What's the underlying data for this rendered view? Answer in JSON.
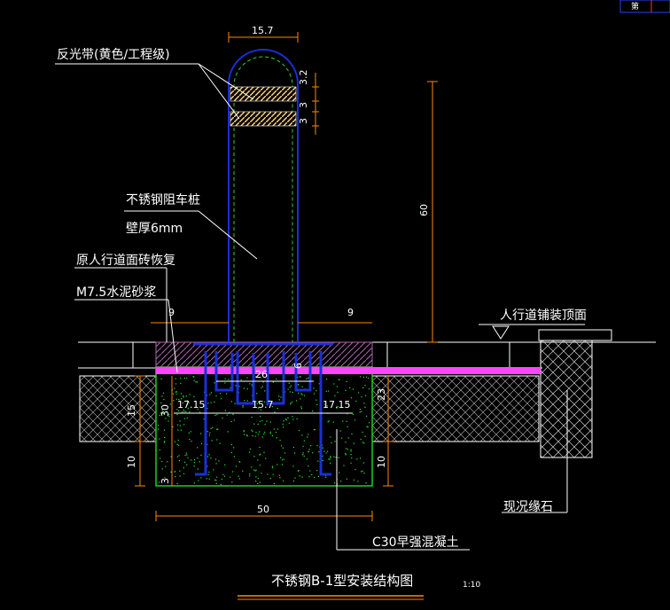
{
  "drawing": {
    "title": "不锈钢B-1型安装结构图",
    "scale": "1:10",
    "corner_tab": "第",
    "colors": {
      "background": "#000000",
      "post_outline": "#1a2fd8",
      "post_dashed": "#33cc33",
      "concrete_border": "#22cc22",
      "concrete_speckle": "#22ee22",
      "dimension_line": "#ff8800",
      "mortar_layer": "#ff44ff",
      "reflective_band": "#ffd27a",
      "hatch": "#aa66aa",
      "text": "#ffffff"
    }
  },
  "labels": {
    "reflective_band": "反光带(黄色/工程级)",
    "post_name": "不锈钢阻车桩",
    "wall_thickness": "壁厚6mm",
    "restore_pavement": "原人行道面砖恢复",
    "mortar": "M7.5水泥砂浆",
    "sidewalk_surface": "人行道铺装顶面",
    "curb": "现况缘石",
    "concrete": "C30早强混凝土"
  },
  "dimensions": {
    "top_width": "15.7",
    "band_3_2": "3.2",
    "band_3_a": "3",
    "band_3_b": "3",
    "height_60": "60",
    "left_9": "9",
    "right_9": "9",
    "inner_26": "26",
    "inner_6": "6",
    "inner_23": "23",
    "left_15": "15",
    "left_30": "30",
    "left_17_15": "17.15",
    "mid_15_7": "15.7",
    "right_17_15": "17.15",
    "left_10": "10",
    "right_10": "10",
    "left_3": "3",
    "bottom_50": "50"
  }
}
